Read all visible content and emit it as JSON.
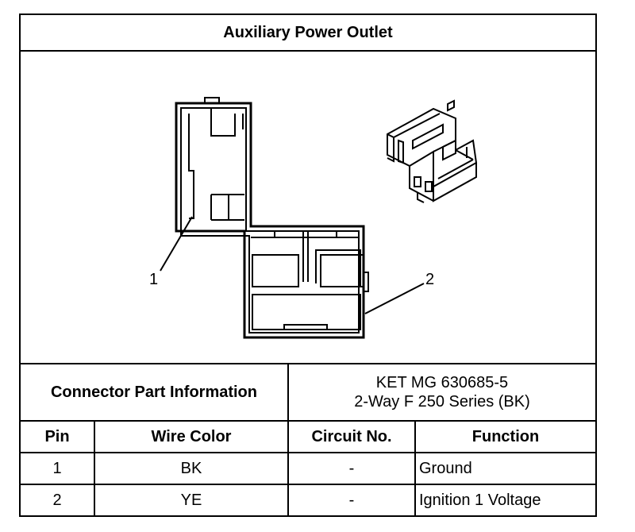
{
  "title": "Auxiliary Power Outlet",
  "callouts": [
    "1",
    "2"
  ],
  "connector_part_information": {
    "label": "Connector Part Information",
    "lines": [
      "KET MG 630685-5",
      "2-Way F 250 Series (BK)"
    ]
  },
  "table": {
    "headers": [
      "Pin",
      "Wire Color",
      "Circuit No.",
      "Function"
    ],
    "rows": [
      [
        "1",
        "BK",
        "-",
        "Ground"
      ],
      [
        "2",
        "YE",
        "-",
        "Ignition 1 Voltage"
      ]
    ]
  }
}
